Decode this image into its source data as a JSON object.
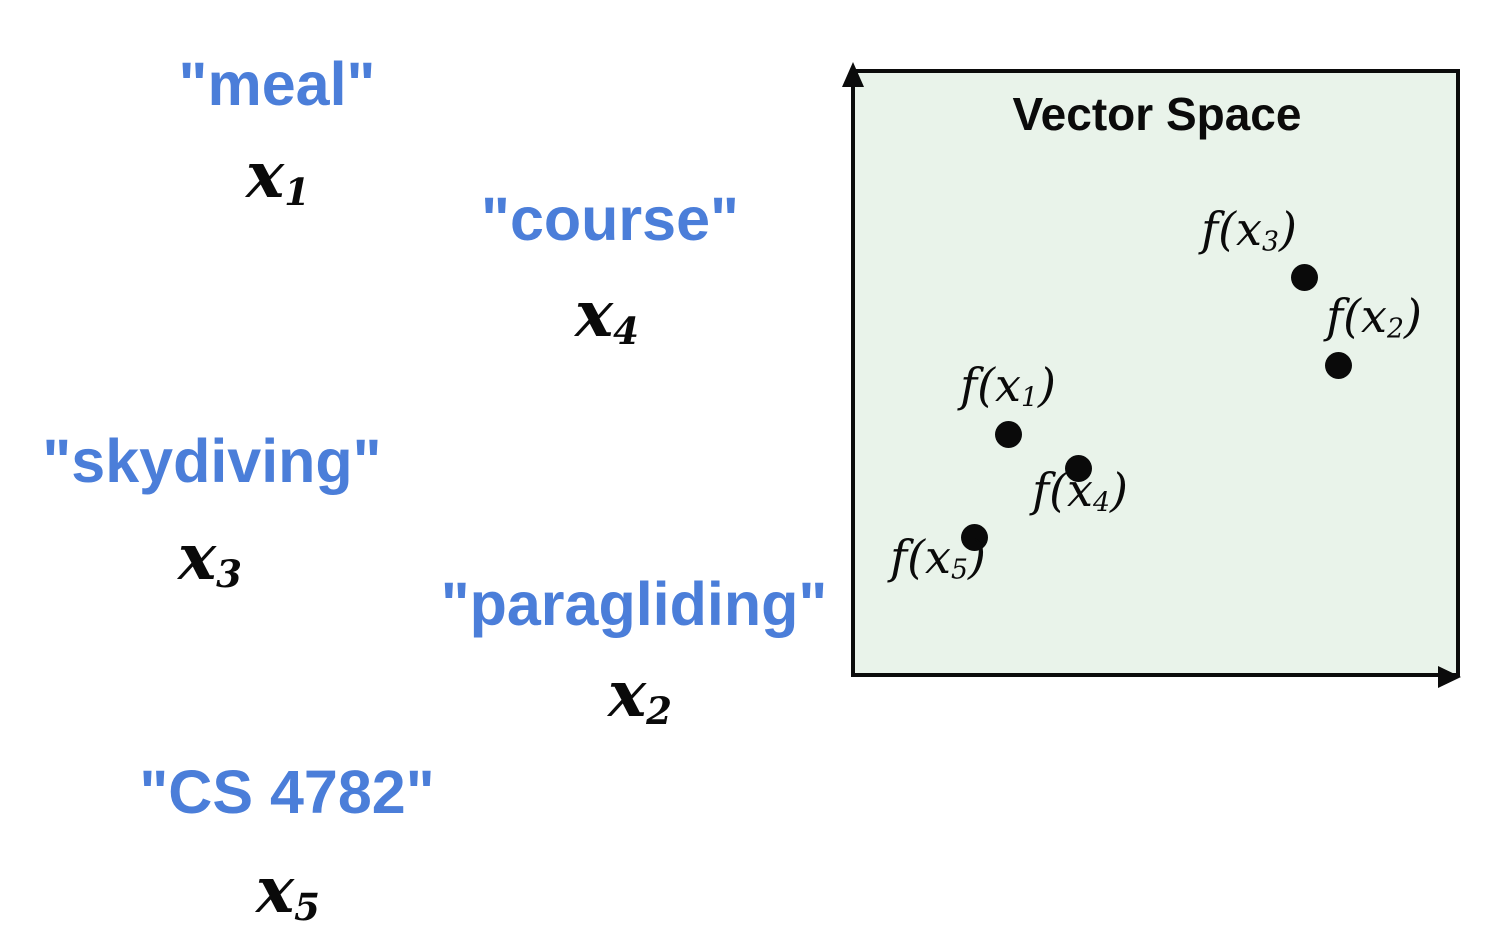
{
  "figure": {
    "words": [
      {
        "text": "\"meal\"",
        "symbol": {
          "base": "x",
          "sub": "1"
        }
      },
      {
        "text": "\"course\"",
        "symbol": {
          "base": "x",
          "sub": "4"
        }
      },
      {
        "text": "\"skydiving\"",
        "symbol": {
          "base": "x",
          "sub": "3"
        }
      },
      {
        "text": "\"paragliding\"",
        "symbol": {
          "base": "x",
          "sub": "2"
        }
      },
      {
        "text": "\"CS 4782\"",
        "symbol": {
          "base": "x",
          "sub": "5"
        }
      }
    ],
    "vector_space": {
      "title": "Vector Space",
      "points": [
        {
          "label": {
            "pre": "f(x",
            "sub": "1",
            "post": ")"
          }
        },
        {
          "label": {
            "pre": "f(x",
            "sub": "2",
            "post": ")"
          }
        },
        {
          "label": {
            "pre": "f(x",
            "sub": "3",
            "post": ")"
          }
        },
        {
          "label": {
            "pre": "f(x",
            "sub": "4",
            "post": ")"
          }
        },
        {
          "label": {
            "pre": "f(x",
            "sub": "5",
            "post": ")"
          }
        }
      ]
    },
    "colors": {
      "word_blue": "#4b7ed9",
      "box_fill": "#e9f3ea",
      "ink": "#0a0a0a"
    }
  }
}
